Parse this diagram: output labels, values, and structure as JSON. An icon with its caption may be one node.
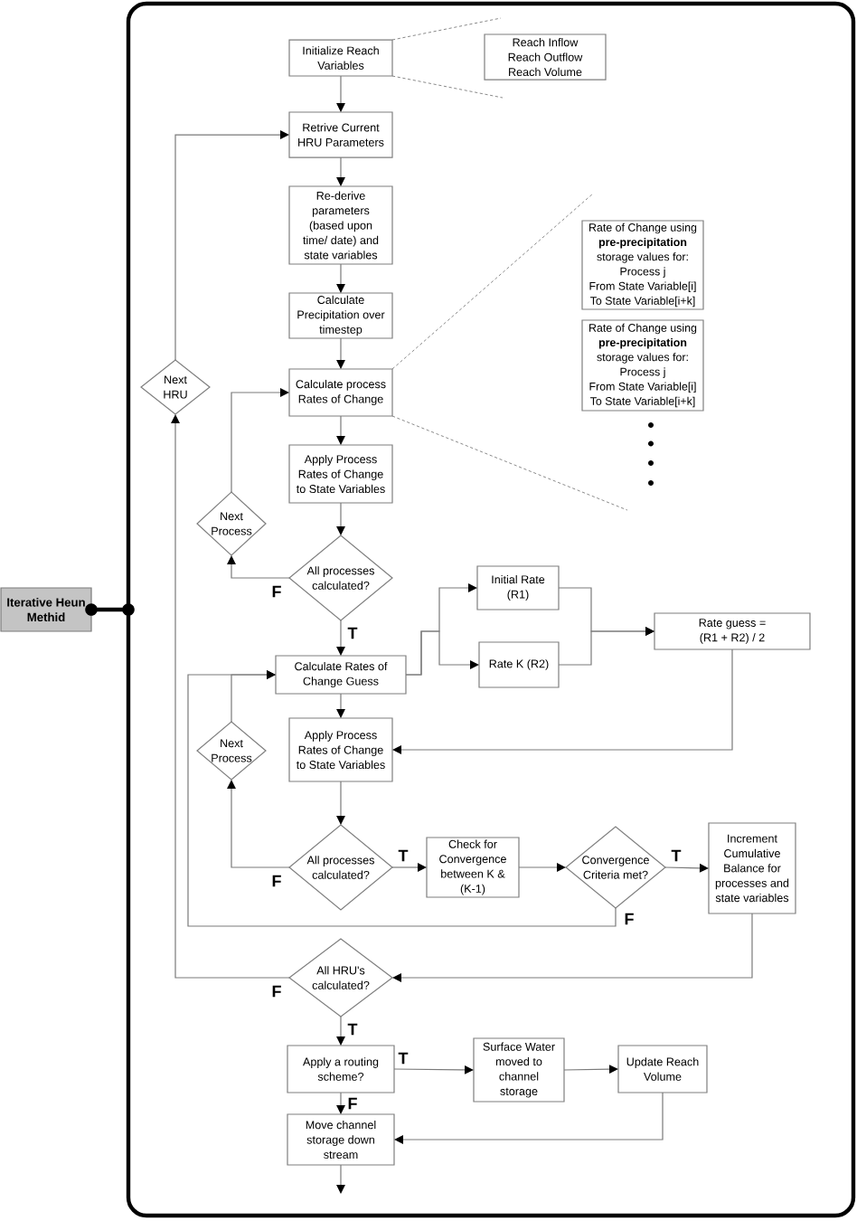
{
  "diagram": {
    "nodes": [
      {
        "text": [
          "Iterative Heun Methid"
        ]
      },
      {
        "text": [],
        "shape": "box"
      },
      {
        "text": [
          "Initialize Reach Variables"
        ],
        "in": 1
      },
      {
        "text": [
          "Reach Inflow",
          "Reach Outflow",
          "Reach Volume"
        ],
        "in": 1
      },
      {
        "text": [
          "Retrive Current HRU Parameters"
        ],
        "in": 1
      },
      {
        "text": [
          "Re-derive parameters (based upon time/ date) and state variables"
        ],
        "in": 1
      },
      {
        "text": [
          "Rate of Change using **pre-precipitation** storage values for:",
          "Process j",
          "From State Variable[i]",
          "To State Variable[i+k]"
        ],
        "in": 1
      },
      {
        "text": [
          "Calculate Precipitation over timestep"
        ],
        "in": 1
      },
      {
        "text": [
          "Rate of Change using **pre-precipitation** storage values for:",
          "Process j",
          "From State Variable[i]",
          "To State Variable[i+k]"
        ],
        "in": 1
      },
      {
        "text": [
          "Next HRU"
        ],
        "in": 1
      },
      {
        "text": [
          "Calculate process Rates of Change"
        ],
        "in": 1
      },
      {
        "text": [
          "Apply Process Rates of Change to State Variables"
        ],
        "in": 1
      },
      {
        "text": [
          "Next Process"
        ],
        "in": 1
      },
      {
        "text": [
          "All processes calculated?"
        ],
        "in": 1
      },
      {
        "text": [
          "Initial Rate (R1)"
        ],
        "in": 1
      },
      {
        "text": [
          "Rate guess = (R1 + R2) / 2"
        ],
        "in": 1
      },
      {
        "text": [
          "Rate K (R2)"
        ],
        "in": 1
      },
      {
        "text": [
          "Calculate Rates of Change Guess"
        ],
        "in": 1
      },
      {
        "text": [
          "Next Process"
        ],
        "in": 1
      },
      {
        "text": [
          "Apply Process Rates of Change to State Variables"
        ],
        "in": 1
      },
      {
        "text": [
          "All processes calculated?"
        ],
        "in": 1
      },
      {
        "text": [
          "Check for Convergence between K & (K-1)"
        ],
        "in": 1
      },
      {
        "text": [
          "Convergence Criteria met?"
        ],
        "in": 1
      },
      {
        "text": [
          "Increment Cumulative Balance for processes and state variables"
        ],
        "in": 1
      },
      {
        "text": [
          "All HRU's calculated?"
        ],
        "in": 1
      },
      {
        "text": [
          "Apply a routing scheme?"
        ],
        "in": 1
      },
      {
        "text": [
          "Surface Water moved to channel storage"
        ],
        "in": 1
      },
      {
        "text": [
          "Update Reach Volume"
        ],
        "in": 1
      },
      {
        "text": [
          "Move channel storage down stream"
        ],
        "in": 1
      }
    ],
    "edges": [
      {
        "from": 0,
        "to": 1,
        "arrow": "other",
        "style": "thick",
        "color": "#000000"
      },
      {
        "from": 2,
        "to": 4,
        "arrow": "to"
      },
      {
        "from": 4,
        "to": 5,
        "arrow": "to"
      },
      {
        "from": 5,
        "to": 7,
        "arrow": "to"
      },
      {
        "from": 7,
        "to": 10,
        "arrow": "to"
      },
      {
        "from": 10,
        "to": 11,
        "arrow": "to"
      },
      {
        "from": 11,
        "to": 13,
        "arrow": "to"
      },
      {
        "from": 13,
        "to": 12,
        "arrow": "to",
        "label": "F"
      },
      {
        "from": 12,
        "to": 10,
        "arrow": "to"
      },
      {
        "from": 13,
        "to": 17,
        "arrow": "to",
        "label": "T"
      },
      {
        "from": 17,
        "to": 14,
        "arrow": "to"
      },
      {
        "from": 17,
        "to": 16,
        "arrow": "to"
      },
      {
        "from": 14,
        "to": 15,
        "arrow": "to"
      },
      {
        "from": 16,
        "to": 15,
        "arrow": "to"
      },
      {
        "from": 15,
        "to": 19,
        "arrow": "to"
      },
      {
        "from": 17,
        "to": 19,
        "arrow": "to"
      },
      {
        "from": 19,
        "to": 20,
        "arrow": "to"
      },
      {
        "from": 20,
        "to": 18,
        "arrow": "to",
        "label": "F"
      },
      {
        "from": 18,
        "to": 17,
        "arrow": "to"
      },
      {
        "from": 20,
        "to": 21,
        "arrow": "to",
        "label": "T"
      },
      {
        "from": 21,
        "to": 22,
        "arrow": "to"
      },
      {
        "from": 22,
        "to": 23,
        "arrow": "to",
        "label": "T"
      },
      {
        "from": 22,
        "to": 17,
        "arrow": "to",
        "label": "F"
      },
      {
        "from": 23,
        "to": 24,
        "arrow": "to"
      },
      {
        "from": 24,
        "to": 9,
        "arrow": "to",
        "label": "F"
      },
      {
        "from": 9,
        "to": 4,
        "arrow": "to"
      },
      {
        "from": 24,
        "to": 25,
        "arrow": "to",
        "label": "T"
      },
      {
        "from": 25,
        "to": 26,
        "arrow": "to",
        "label": "T"
      },
      {
        "from": 26,
        "to": 27,
        "arrow": "to"
      },
      {
        "from": 25,
        "to": 28,
        "arrow": "to",
        "label": "F"
      },
      {
        "from": 27,
        "to": 28,
        "arrow": "to"
      },
      {
        "from": 28,
        "to": null,
        "arrow": "to"
      }
    ]
  }
}
